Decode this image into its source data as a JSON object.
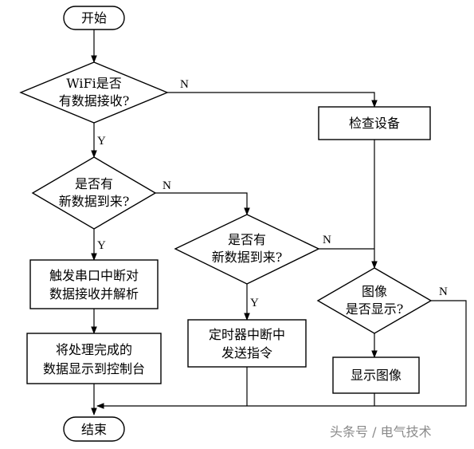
{
  "nodes": {
    "start": "开始",
    "wifi_decision": [
      "WiFi是否",
      "有数据接收?"
    ],
    "check_device": "检查设备",
    "new_data_decision_1": [
      "是否有",
      "新数据到来?"
    ],
    "new_data_decision_2": [
      "是否有",
      "新数据到来?"
    ],
    "image_decision": [
      "图像",
      "是否显示?"
    ],
    "serial_interrupt": [
      "触发串口中断对",
      "数据接收并解析"
    ],
    "timer_interrupt": [
      "定时器中断中",
      "发送指令"
    ],
    "display_console": [
      "将处理完成的",
      "数据显示到控制台"
    ],
    "display_image": "显示图像",
    "end": "结束"
  },
  "edge_labels": {
    "wifi_no": "N",
    "wifi_yes": "Y",
    "new_data_1_no": "N",
    "new_data_1_yes": "Y",
    "new_data_2_no": "N",
    "new_data_2_yes": "Y",
    "image_no": "N"
  },
  "watermark": "头条号 / 电气技术"
}
